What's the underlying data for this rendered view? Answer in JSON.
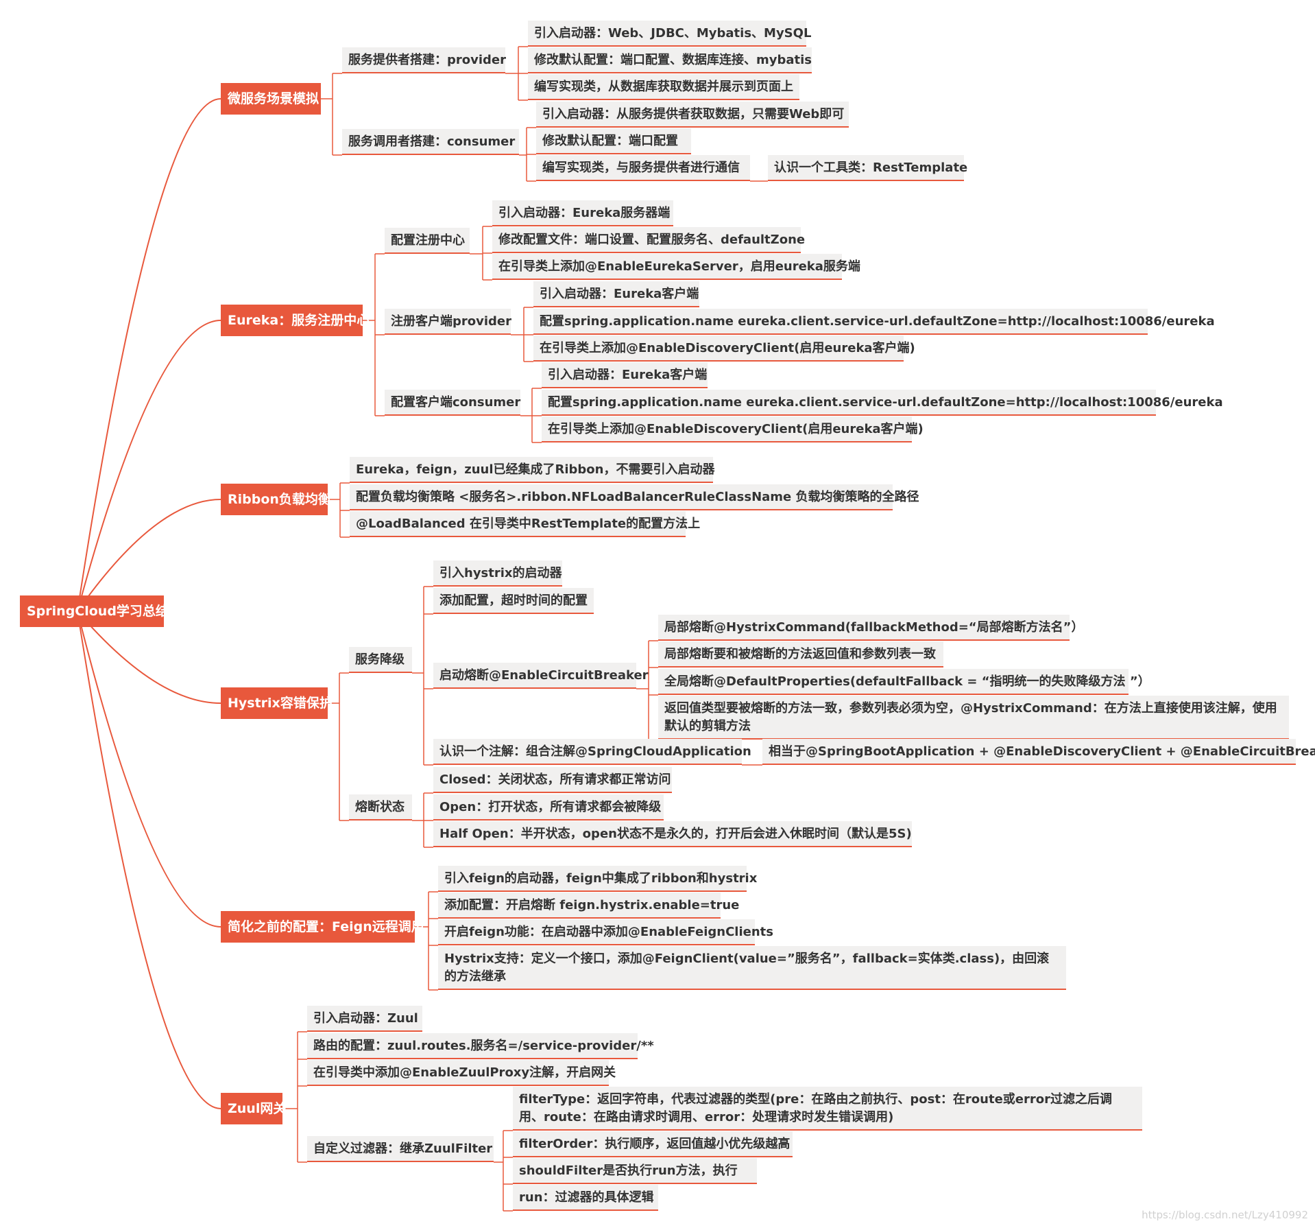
{
  "root": "SpringCloud学习总结",
  "microservice": {
    "title": "微服务场景模拟",
    "provider": {
      "label": "服务提供者搭建：provider",
      "items": [
        "引入启动器：Web、JDBC、Mybatis、MySQL",
        "修改默认配置：端口配置、数据库连接、mybatis",
        "编写实现类，从数据库获取数据并展示到页面上"
      ]
    },
    "consumer": {
      "label": "服务调用者搭建：consumer",
      "items": [
        "引入启动器：从服务提供者获取数据，只需要Web即可",
        "修改默认配置：端口配置",
        "编写实现类，与服务提供者进行通信"
      ],
      "tool": "认识一个工具类：RestTemplate"
    }
  },
  "eureka": {
    "title": "Eureka：服务注册中心",
    "server": {
      "label": "配置注册中心",
      "items": [
        "引入启动器：Eureka服务器端",
        "修改配置文件：端口设置、配置服务名、defaultZone",
        "在引导类上添加@EnableEurekaServer，启用eureka服务端"
      ]
    },
    "provider": {
      "label": "注册客户端provider",
      "items": [
        "引入启动器：Eureka客户端",
        "配置spring.application.name eureka.client.service-url.defaultZone=http://localhost:10086/eureka",
        "在引导类上添加@EnableDiscoveryClient(启用eureka客户端)"
      ]
    },
    "consumer": {
      "label": "配置客户端consumer",
      "items": [
        "引入启动器：Eureka客户端",
        "配置spring.application.name eureka.client.service-url.defaultZone=http://localhost:10086/eureka",
        "在引导类上添加@EnableDiscoveryClient(启用eureka客户端)"
      ]
    }
  },
  "ribbon": {
    "title": "Ribbon负载均衡",
    "items": [
      "Eureka，feign，zuul已经集成了Ribbon，不需要引入启动器",
      "配置负载均衡策略 <服务名>.ribbon.NFLoadBalancerRuleClassName 负载均衡策略的全路径",
      "@LoadBalanced 在引导类中RestTemplate的配置方法上"
    ]
  },
  "hystrix": {
    "title": "Hystrix容错保护",
    "degrade": {
      "label": "服务降级",
      "items": [
        "引入hystrix的启动器",
        "添加配置，超时时间的配置"
      ],
      "breaker": {
        "label": "启动熔断@EnableCircuitBreaker",
        "items": [
          "局部熔断@HystrixCommand(fallbackMethod=“局部熔断方法名”）",
          "局部熔断要和被熔断的方法返回值和参数列表一致",
          "全局熔断@DefaultProperties(defaultFallback = “指明统一的失败降级方法 ”）",
          "返回值类型要被熔断的方法一致，参数列表必须为空，@HystrixCommand：在方法上直接使用该注解，使用默认的剪辑方法"
        ]
      },
      "annotation": "认识一个注解：组合注解@SpringCloudApplication",
      "annotation_eq": "相当于@SpringBootApplication + @EnableDiscoveryClient + @EnableCircuitBreaker"
    },
    "state": {
      "label": "熔断状态",
      "items": [
        "Closed：关闭状态，所有请求都正常访问",
        "Open：打开状态，所有请求都会被降级",
        "Half Open：半开状态，open状态不是永久的，打开后会进入休眠时间（默认是5S)"
      ]
    }
  },
  "feign": {
    "title": "简化之前的配置：Feign远程调用",
    "items": [
      "引入feign的启动器，feign中集成了ribbon和hystrix",
      "添加配置：开启熔断 feign.hystrix.enable=true",
      "开启feign功能：在启动器中添加@EnableFeignClients",
      "Hystrix支持：定义一个接口，添加@FeignClient(value=”服务名”，fallback=实体类.class)，由回滚的方法继承"
    ]
  },
  "zuul": {
    "title": "Zuul网关",
    "items": [
      "引入启动器：Zuul",
      "路由的配置：zuul.routes.服务名=/service-provider/**",
      "在引导类中添加@EnableZuulProxy注解，开启网关"
    ],
    "filter": {
      "label": "自定义过滤器：继承ZuulFilter",
      "items": [
        "filterType：返回字符串，代表过滤器的类型(pre：在路由之前执行、post：在route或error过滤之后调用、route：在路由请求时调用、error：处理请求时发生错误调用)",
        "filterOrder：执行顺序，返回值越小优先级越高",
        "shouldFilter是否执行run方法，执行",
        "run：过滤器的具体逻辑"
      ]
    }
  },
  "watermark": "https://blog.csdn.net/Lzy410992",
  "colors": {
    "accent": "#e8583c",
    "leaf_bg": "#f1f0ef",
    "line": "#e8583c"
  }
}
